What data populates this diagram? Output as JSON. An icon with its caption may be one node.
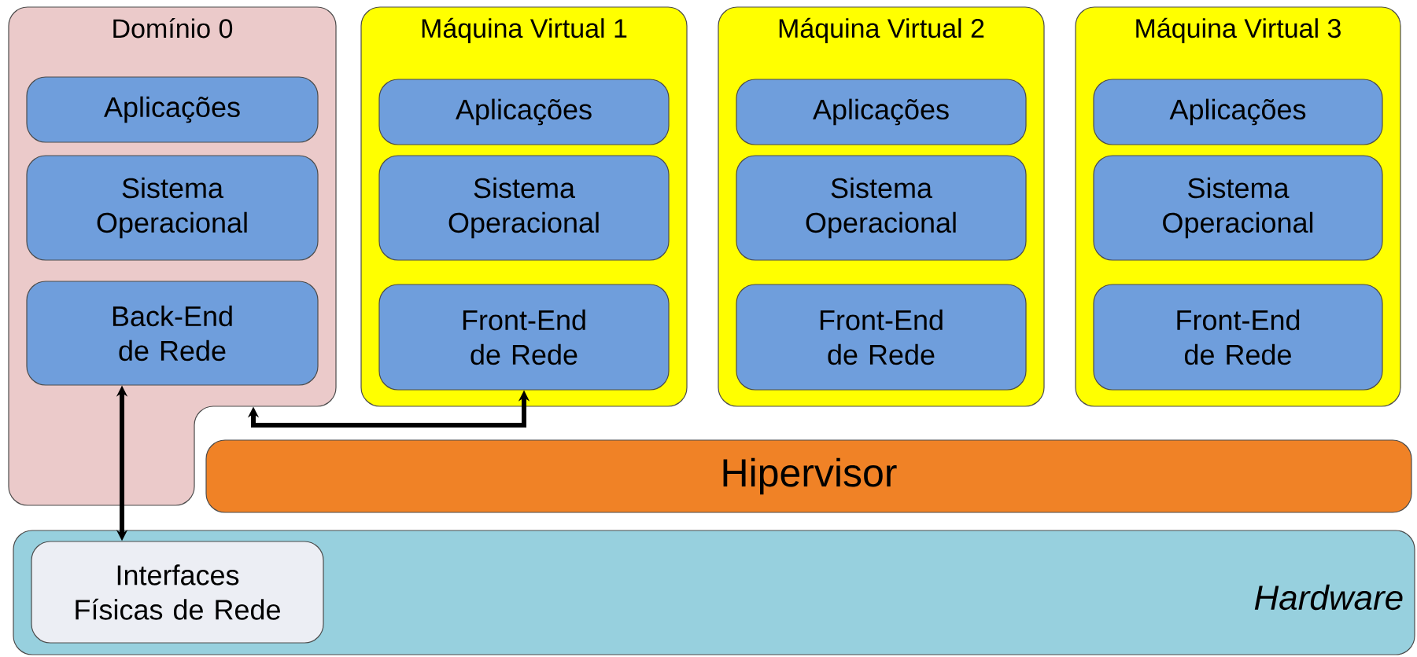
{
  "diagram": {
    "nodes": [
      {
        "text": [
          "Domínio 0"
        ]
      },
      {
        "text": [
          "Aplicações"
        ],
        "in": 0
      },
      {
        "text": [
          "Sistema Operacional"
        ],
        "in": 0
      },
      {
        "text": [
          "Back-End de Rede"
        ],
        "in": 0
      },
      {
        "text": [
          "Máquina Virtual 1"
        ]
      },
      {
        "text": [
          "Aplicações"
        ],
        "in": 4
      },
      {
        "text": [
          "Sistema Operacional"
        ],
        "in": 4
      },
      {
        "text": [
          "Front-End de Rede"
        ],
        "in": 4
      },
      {
        "text": [
          "Máquina Virtual 2"
        ]
      },
      {
        "text": [
          "Aplicações"
        ],
        "in": 8
      },
      {
        "text": [
          "Sistema Operacional"
        ],
        "in": 8
      },
      {
        "text": [
          "Front-End de Rede"
        ],
        "in": 8
      },
      {
        "text": [
          "Máquina Virtual 3"
        ]
      },
      {
        "text": [
          "Aplicações"
        ],
        "in": 12
      },
      {
        "text": [
          "Sistema Operacional"
        ],
        "in": 12
      },
      {
        "text": [
          "Front-End de Rede"
        ],
        "in": 12
      },
      {
        "text": [
          "Hipervisor"
        ]
      },
      {
        "text": [
          "Hardware"
        ]
      },
      {
        "text": [
          "Interfaces Físicas de Rede"
        ],
        "in": 17
      }
    ],
    "edges": [
      {
        "from": 3,
        "to": 18,
        "arrow": "both"
      },
      {
        "from": 0,
        "to": 7,
        "arrow": "both"
      }
    ]
  }
}
